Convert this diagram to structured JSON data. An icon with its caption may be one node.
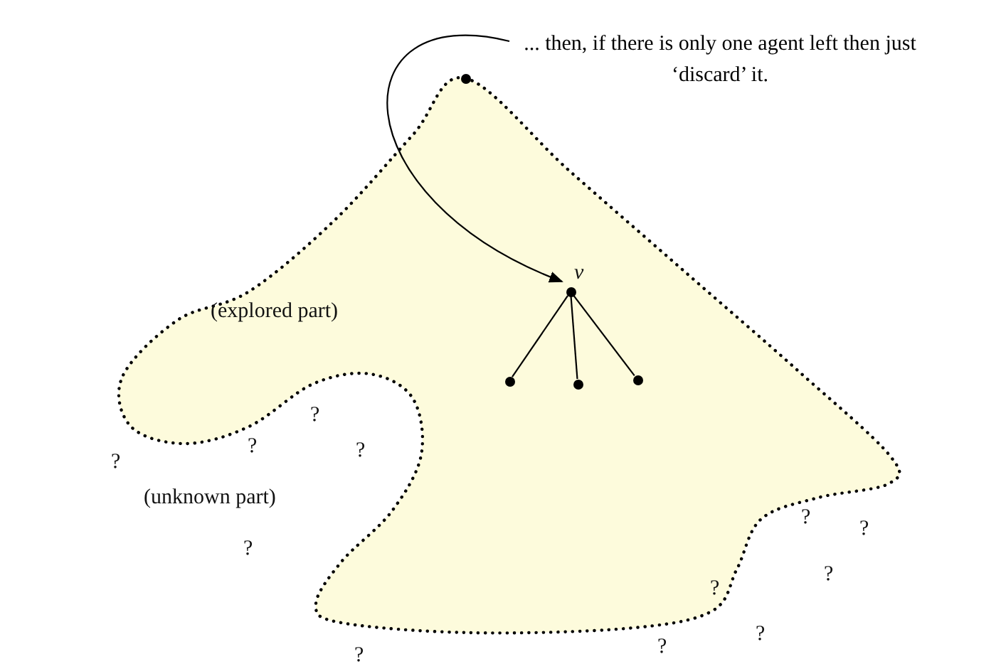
{
  "diagram": {
    "nodes": [
      {
        "text": [
          "... then, if there is only one agent left then just ‘discard’ it."
        ]
      },
      {
        "text": [
          "(explored part)"
        ]
      },
      {
        "text": [],
        "shape": "circle",
        "in": 1
      },
      {
        "text": [],
        "shape": "circle",
        "in": 1,
        "beside": [
          "v"
        ]
      },
      {
        "text": [],
        "shape": "circle",
        "in": 1
      },
      {
        "text": [],
        "shape": "circle",
        "in": 1
      },
      {
        "text": [],
        "shape": "circle",
        "in": 1
      }
    ],
    "edges": [
      {
        "from": 0,
        "to": 3,
        "arrow": "to"
      },
      {
        "from": 3,
        "to": 4,
        "arrow": "none"
      },
      {
        "from": 3,
        "to": 5,
        "arrow": "none"
      },
      {
        "from": 3,
        "to": 6,
        "arrow": "none"
      }
    ],
    "labels": [
      "?",
      "?",
      "?",
      "?",
      "(unknown part)",
      "?",
      "?",
      "?",
      "?",
      "?",
      "?",
      "?",
      "?"
    ]
  }
}
